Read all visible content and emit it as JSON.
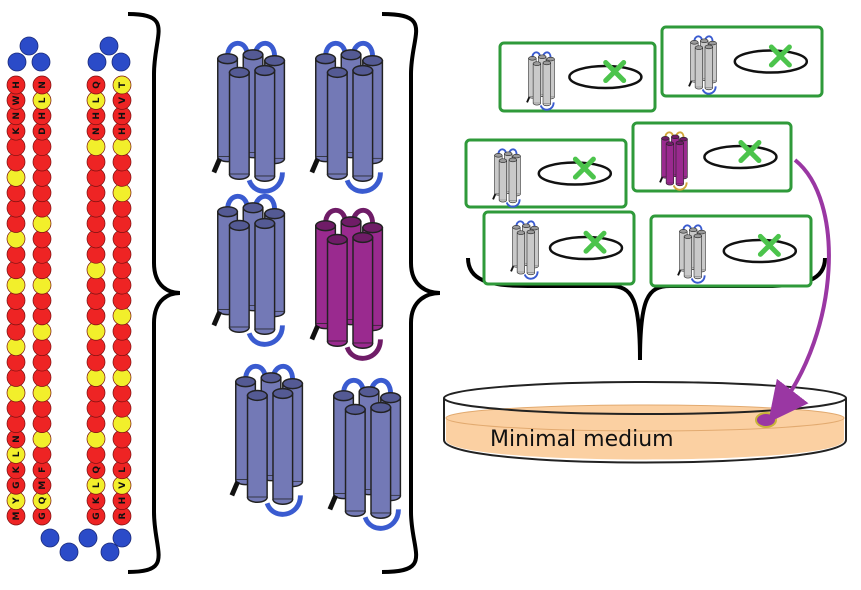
{
  "colors": {
    "hydrophobic": "#f2ef2b",
    "polar": "#ee2424",
    "turn": "#2b4bc8",
    "bundle": "#7379b6",
    "bundle_dark": "#545a94",
    "bundle_selected": "#9a2a8f",
    "bundle_selected_dark": "#6f1c67",
    "loop": "#3a5bd0",
    "inactive_bundle": "#c9c9c9",
    "box_border": "#2f9a3a",
    "cross": "#4cc44c",
    "arrow": "#9a37a3",
    "medium_fill": "#fbd0a2",
    "colony": "#9a37a3"
  },
  "sequence": {
    "strand_1": [
      "M",
      "Y",
      "G",
      "K",
      "L",
      "N",
      "",
      "",
      "",
      "",
      "",
      "",
      "",
      "",
      "",
      "",
      "",
      "",
      "",
      "",
      "",
      "",
      "",
      "",
      "",
      "K",
      "N",
      "W",
      "H"
    ],
    "strand_2": [
      "G",
      "Q",
      "M",
      "F",
      "",
      "",
      "",
      "",
      "",
      "",
      "",
      "",
      "",
      "",
      "",
      "",
      "",
      "",
      "",
      "",
      "",
      "",
      "",
      "",
      "",
      "D",
      "H",
      "L",
      "N"
    ],
    "strand_3": [
      "G",
      "K",
      "L",
      "Q",
      "",
      "",
      "",
      "",
      "",
      "",
      "",
      "",
      "",
      "",
      "",
      "",
      "",
      "",
      "",
      "",
      "",
      "",
      "",
      "",
      "",
      "N",
      "H",
      "L",
      "Q"
    ],
    "strand_4": [
      "R",
      "H",
      "V",
      "L",
      "",
      "",
      "",
      "",
      "",
      "",
      "",
      "",
      "",
      "",
      "",
      "",
      "",
      "",
      "",
      "",
      "",
      "",
      "",
      "",
      "",
      "H",
      "H",
      "V",
      "T"
    ],
    "pattern_polar": [
      1,
      0,
      1,
      1,
      0,
      1,
      1,
      1,
      0,
      1,
      1,
      0,
      1,
      1,
      1,
      0,
      1,
      1,
      0,
      1,
      1,
      1,
      0,
      1,
      1,
      1,
      1,
      1,
      1
    ]
  },
  "library": {
    "bundles": [
      {
        "state": "designed"
      },
      {
        "state": "designed"
      },
      {
        "state": "designed"
      },
      {
        "state": "selected"
      },
      {
        "state": "designed"
      },
      {
        "state": "designed"
      }
    ]
  },
  "screen": {
    "boxes": [
      {
        "bundle": "inactive",
        "result": "no-growth"
      },
      {
        "bundle": "inactive",
        "result": "no-growth"
      },
      {
        "bundle": "inactive",
        "result": "no-growth"
      },
      {
        "bundle": "active",
        "result": "no-growth"
      },
      {
        "bundle": "inactive",
        "result": "no-growth"
      },
      {
        "bundle": "inactive",
        "result": "no-growth"
      }
    ]
  },
  "plate": {
    "label": "Minimal medium"
  }
}
